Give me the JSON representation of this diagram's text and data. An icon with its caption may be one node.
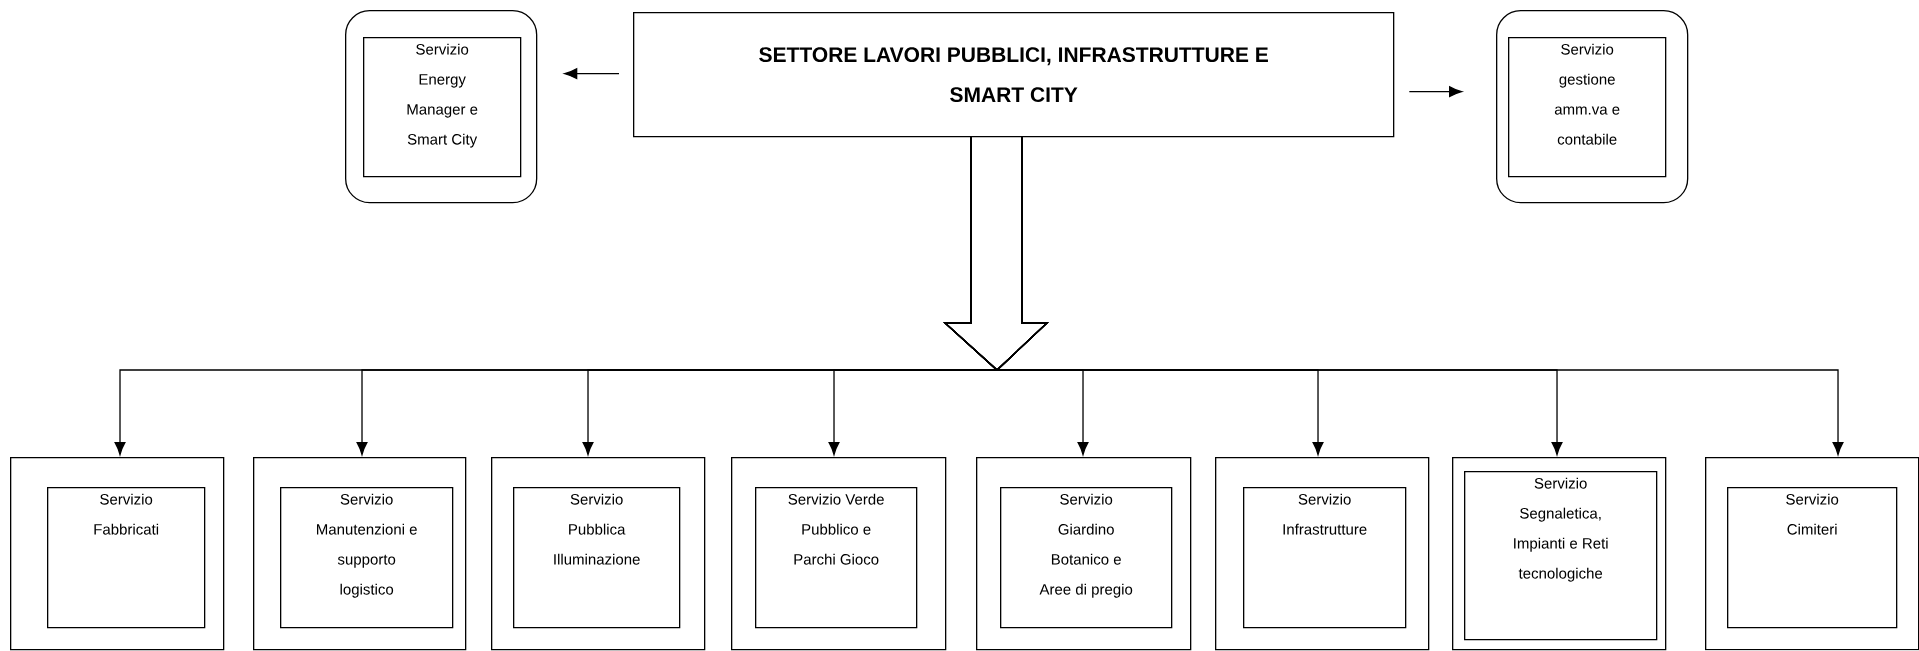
{
  "diagram": {
    "nodes": [
      {
        "text": [
          "SETTORE LAVORI PUBBLICI, INFRASTRUTTURE E SMART CITY"
        ]
      },
      {
        "text": [],
        "shape": "box"
      },
      {
        "text": [
          "Servizio Energy Manager e Smart City"
        ],
        "in": 1
      },
      {
        "text": [],
        "shape": "box"
      },
      {
        "text": [
          "Servizio gestione amm.va e contabile"
        ],
        "in": 3
      },
      {
        "text": [],
        "shape": "box"
      },
      {
        "text": [
          "Servizio Fabbricati"
        ],
        "in": 5
      },
      {
        "text": [],
        "shape": "box"
      },
      {
        "text": [
          "Servizio Manutenzioni e supporto logistico"
        ],
        "in": 7
      },
      {
        "text": [],
        "shape": "box"
      },
      {
        "text": [
          "Servizio Pubblica Illuminazione"
        ],
        "in": 9
      },
      {
        "text": [],
        "shape": "box"
      },
      {
        "text": [
          "Servizio Verde Pubblico e Parchi Gioco"
        ],
        "in": 11
      },
      {
        "text": [],
        "shape": "box"
      },
      {
        "text": [
          "Servizio Giardino Botanico e Aree di pregio"
        ],
        "in": 13
      },
      {
        "text": [],
        "shape": "box"
      },
      {
        "text": [
          "Servizio Infrastrutture"
        ],
        "in": 15
      },
      {
        "text": [],
        "shape": "box"
      },
      {
        "text": [
          "Servizio Segnaletica, Impianti e Reti tecnologiche"
        ],
        "in": 17
      },
      {
        "text": [],
        "shape": "box"
      },
      {
        "text": [
          "Servizio Cimiteri"
        ],
        "in": 19
      }
    ],
    "edges": [
      {
        "from": 0,
        "to": 1,
        "arrow": "to"
      },
      {
        "from": 0,
        "to": 3,
        "arrow": "to"
      },
      {
        "from": 0,
        "to": 5,
        "arrow": "to"
      },
      {
        "from": 0,
        "to": 7,
        "arrow": "to"
      },
      {
        "from": 0,
        "to": 9,
        "arrow": "to"
      },
      {
        "from": 0,
        "to": 11,
        "arrow": "to"
      },
      {
        "from": 0,
        "to": 13,
        "arrow": "to"
      },
      {
        "from": 0,
        "to": 15,
        "arrow": "to"
      },
      {
        "from": 0,
        "to": 17,
        "arrow": "to"
      },
      {
        "from": 0,
        "to": 19,
        "arrow": "to"
      }
    ]
  }
}
